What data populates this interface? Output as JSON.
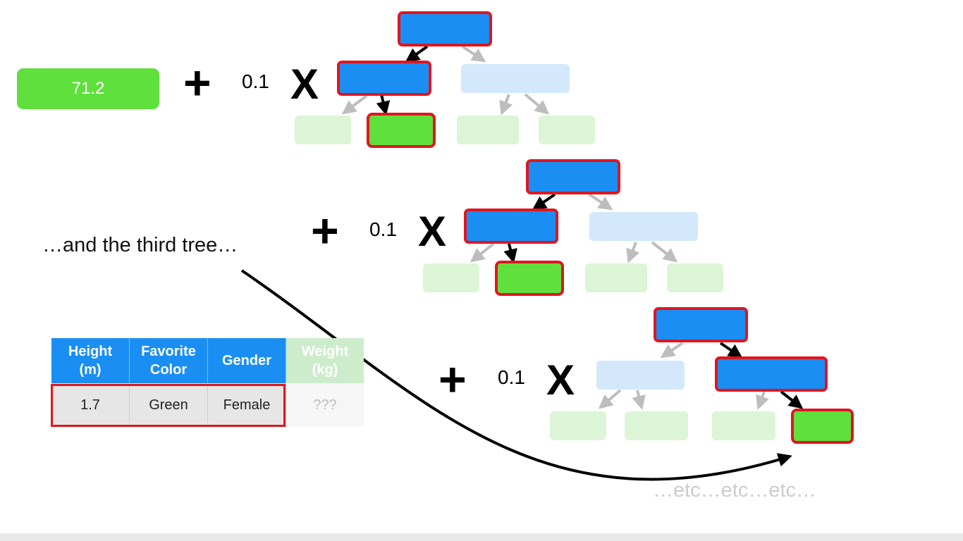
{
  "initial_prediction": "71.2",
  "terms": [
    {
      "plus": "+",
      "learning_rate": "0.1",
      "times": "X"
    },
    {
      "plus": "+",
      "learning_rate": "0.1",
      "times": "X"
    },
    {
      "plus": "+",
      "learning_rate": "0.1",
      "times": "X"
    }
  ],
  "caption": "…and the third tree…",
  "etc_text": "…etc…etc…etc…",
  "table": {
    "headers": [
      "Height\n(m)",
      "Favorite\nColor",
      "Gender",
      "Weight\n(kg)"
    ],
    "row": [
      "1.7",
      "Green",
      "Female",
      "???"
    ]
  },
  "colors": {
    "node_active": "#1a8ef3",
    "node_faded": "#d3e8fb",
    "leaf_active": "#5fe03c",
    "leaf_faded": "#dbf5d6",
    "highlight": "#e0151f"
  }
}
